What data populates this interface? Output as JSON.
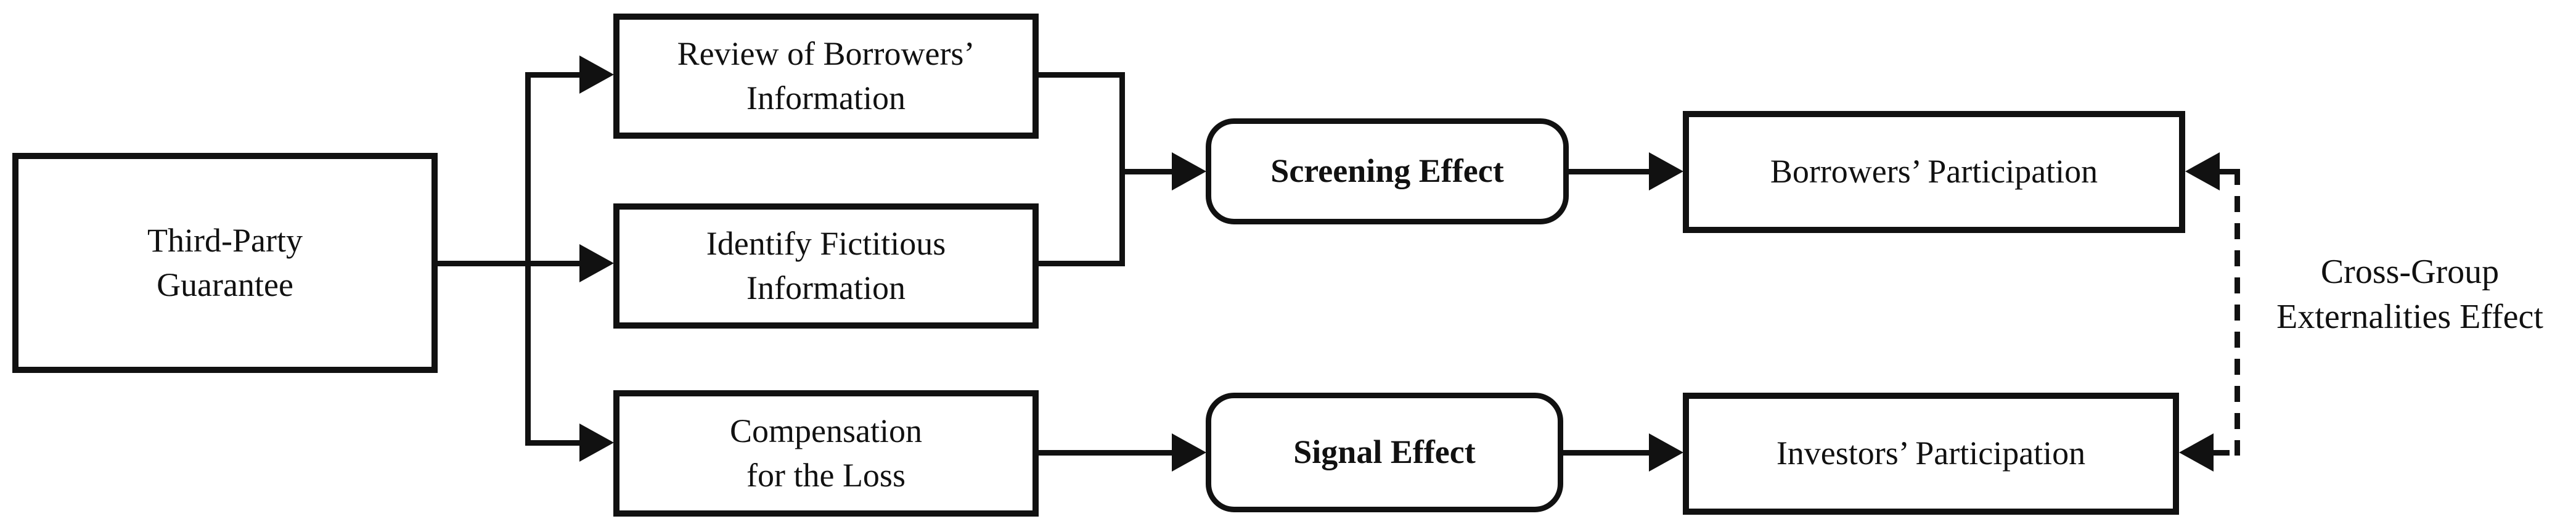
{
  "figure": {
    "type": "flow-diagram",
    "colors": {
      "background": "#ffffff",
      "stroke": "#111111",
      "text": "#111111"
    },
    "nodes": {
      "tpg": {
        "line1": "Third-Party",
        "line2": "Guarantee",
        "shape": "rect"
      },
      "review": {
        "line1": "Review of Borrowers’",
        "line2": "Information",
        "shape": "rect"
      },
      "identify": {
        "line1": "Identify Fictitious",
        "line2": "Information",
        "shape": "rect"
      },
      "compensation": {
        "line1": "Compensation",
        "line2": "for the Loss",
        "shape": "rect"
      },
      "screening": {
        "label": "Screening Effect",
        "shape": "rounded",
        "emphasis": "bold"
      },
      "signal": {
        "label": "Signal Effect",
        "shape": "rounded",
        "emphasis": "bold"
      },
      "borrowers": {
        "label": "Borrowers’ Participation",
        "shape": "rect"
      },
      "investors": {
        "label": "Investors’ Participation",
        "shape": "rect"
      }
    },
    "annotations": {
      "cross_group": {
        "line1": "Cross-Group",
        "line2": "Externalities Effect"
      }
    },
    "edges": [
      "tpg -> review",
      "tpg -> identify",
      "tpg -> compensation",
      "review + identify -> screening",
      "screening -> borrowers",
      "compensation -> signal",
      "signal -> investors",
      "cross-group externalities (dashed) -> borrowers",
      "cross-group externalities (dashed) -> investors"
    ]
  }
}
